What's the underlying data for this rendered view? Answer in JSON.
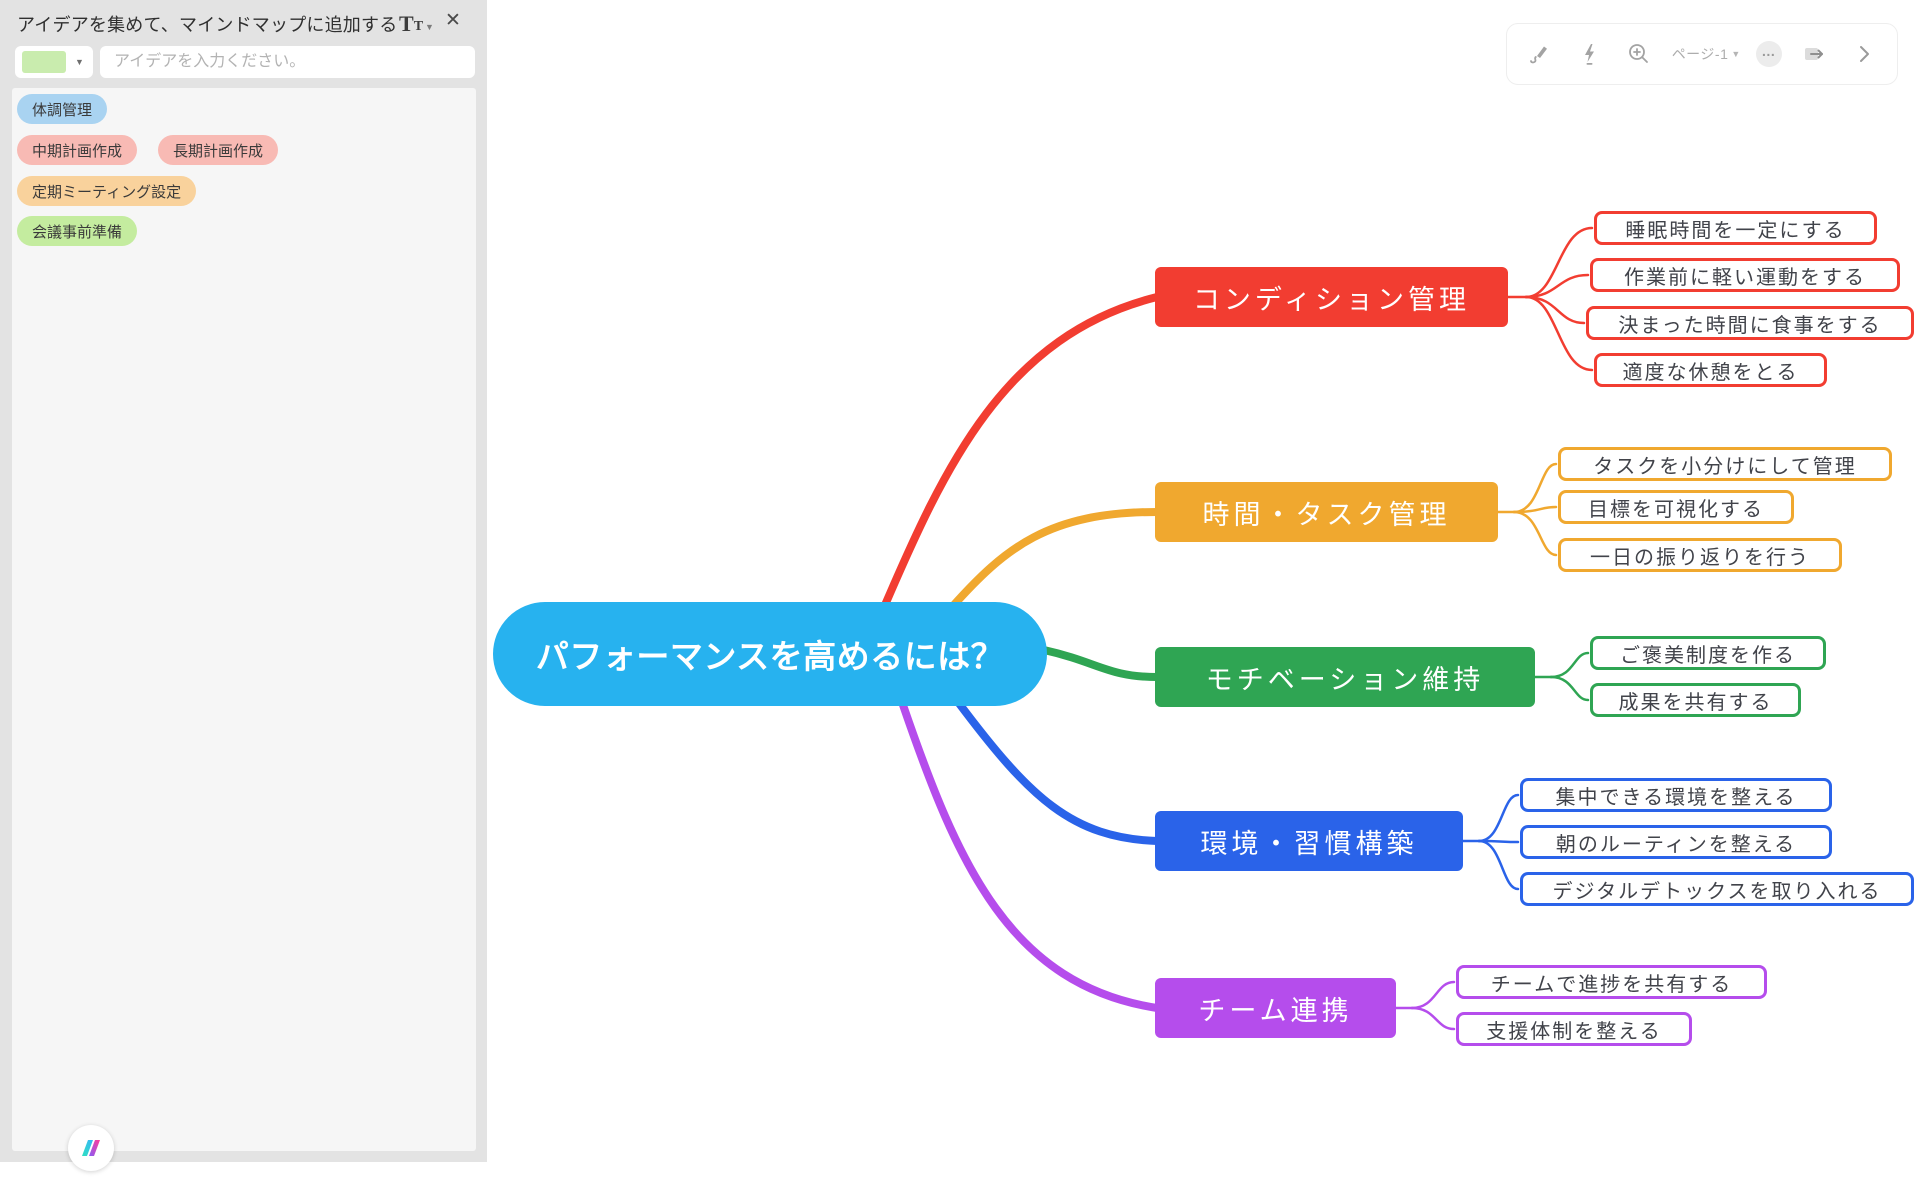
{
  "panel": {
    "title": "アイデアを集めて、マインドマップに追加する",
    "input": {
      "placeholder": "アイデアを入力ください。",
      "selected_color": "#c9ecae"
    },
    "idea_tags": [
      {
        "label": "体調管理",
        "color": "#a9d3f1"
      },
      {
        "label": "中期計画作成",
        "color": "#f8bab4"
      },
      {
        "label": "長期計画作成",
        "color": "#f8bab4"
      },
      {
        "label": "定期ミーティング設定",
        "color": "#f9d29c"
      },
      {
        "label": "会議事前準備",
        "color": "#c4ec9f"
      }
    ]
  },
  "toolbar": {
    "page_label": "ページ-1",
    "more_label": "…",
    "icons": [
      "draw-icon",
      "flash-icon",
      "zoom-in-icon",
      "page-selector",
      "more-icon",
      "export-icon",
      "chevron-right-icon"
    ]
  },
  "mindmap": {
    "root": {
      "label": "パフォーマンスを高めるには？",
      "color": "#27b2ef"
    },
    "branches": [
      {
        "label": "コンディション管理",
        "color": "#f23d31",
        "children": [
          "睡眠時間を一定にする",
          "作業前に軽い運動をする",
          "決まった時間に食事をする",
          "適度な休憩をとる"
        ]
      },
      {
        "label": "時間・タスク管理",
        "color": "#f0a82f",
        "children": [
          "タスクを小分けにして管理",
          "目標を可視化する",
          "一日の振り返りを行う"
        ]
      },
      {
        "label": "モチベーション維持",
        "color": "#2fa553",
        "children": [
          "ご褒美制度を作る",
          "成果を共有する"
        ]
      },
      {
        "label": "環境・習慣構築",
        "color": "#2a63e9",
        "children": [
          "集中できる環境を整える",
          "朝のルーティンを整える",
          "デジタルデトックスを取り入れる"
        ]
      },
      {
        "label": "チーム連携",
        "color": "#b54dec",
        "children": [
          "チームで進捗を共有する",
          "支援体制を整える"
        ]
      }
    ]
  }
}
